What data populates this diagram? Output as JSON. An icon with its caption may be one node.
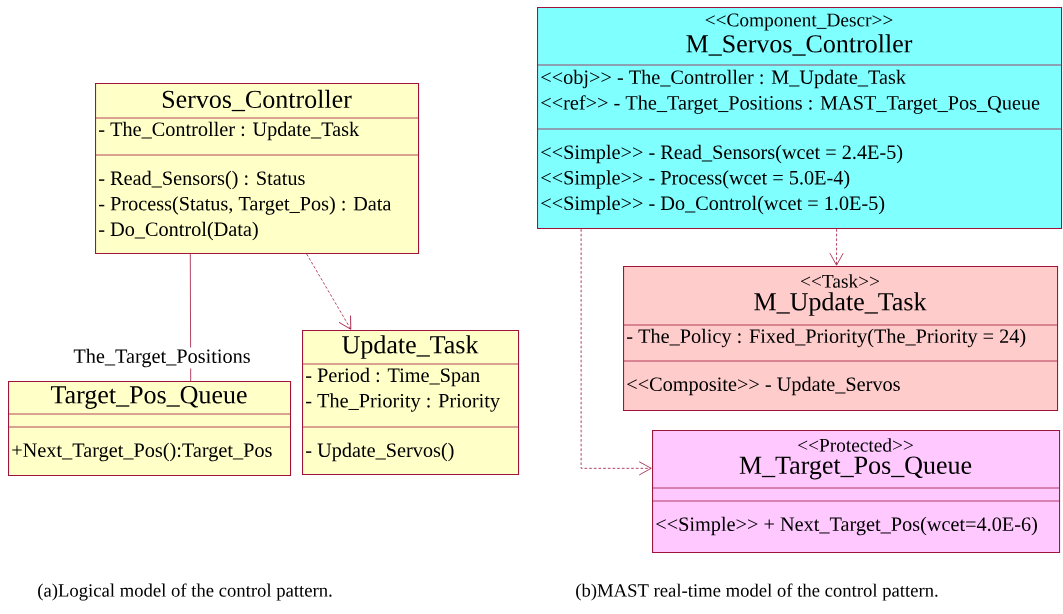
{
  "diagram": {
    "nodes": [
      {
        "text": [
          "Servos_Controller",
          "- The_Controller : Update_Task",
          "- Read_Sensors() : Status",
          "- Process(Status, Target_Pos) : Data",
          "- Do_Control(Data)"
        ]
      },
      {
        "text": [
          "Target_Pos_Queue",
          "+Next_Target_Pos():Target_Pos"
        ]
      },
      {
        "text": [
          "Update_Task",
          "- Period : Time_Span",
          "- The_Priority : Priority",
          "- Update_Servos()"
        ]
      },
      {
        "text": [
          "<<Component_Descr>>",
          "M_Servos_Controller",
          "<<obj>> - The_Controller : M_Update_Task",
          "<<ref>> - The_Target_Positions : MAST_Target_Pos_Queue",
          "<<Simple>> - Read_Sensors(wcet = 2.4E-5)",
          "<<Simple>> - Process(wcet = 5.0E-4)",
          "<<Simple>> - Do_Control(wcet = 1.0E-5)"
        ]
      },
      {
        "text": [
          "<<Task>>",
          "M_Update_Task",
          "- The_Policy : Fixed_Priority(The_Priority = 24)",
          "<<Composite>> - Update_Servos"
        ]
      },
      {
        "text": [
          "<<Protected>>",
          "M_Target_Pos_Queue",
          "<<Simple>> + Next_Target_Pos(wcet=4.0E-6)"
        ]
      }
    ],
    "edges": [
      {
        "from": 0,
        "to": 2,
        "arrow": "to",
        "style": "dashed"
      },
      {
        "from": 0,
        "to": 1,
        "arrow": "none",
        "label": "The_Target_Positions"
      },
      {
        "from": 3,
        "to": 4,
        "arrow": "to",
        "style": "dashed"
      },
      {
        "from": 3,
        "to": 5,
        "arrow": "to",
        "style": "dashed"
      }
    ],
    "labels": [
      "(a)Logical model of the control pattern.",
      "(b)MAST real-time model of the control pattern."
    ]
  }
}
